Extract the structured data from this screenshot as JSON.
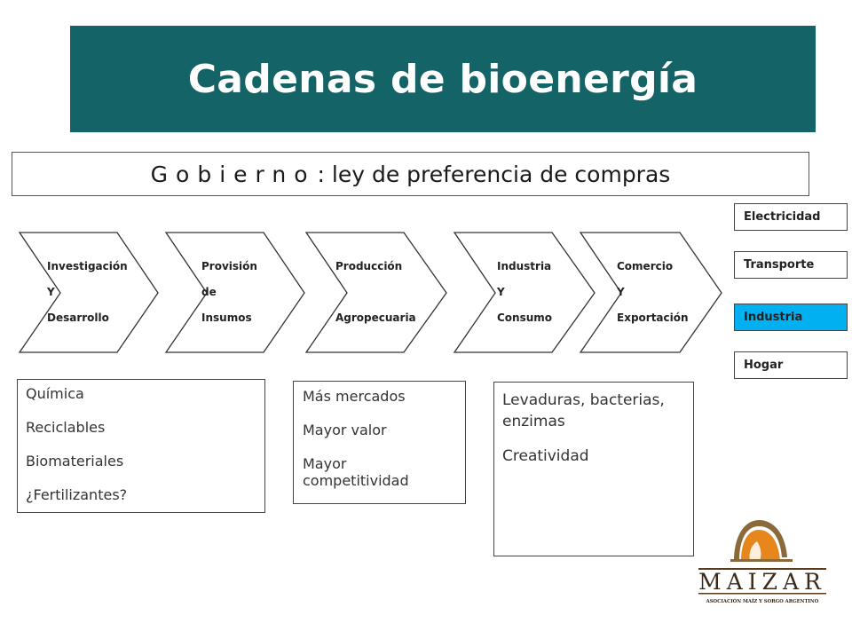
{
  "title": "Cadenas de bioenergía",
  "gobierno": {
    "word": "Gobierno",
    "rest": ": ley de preferencia de compras"
  },
  "chain": [
    {
      "lines": [
        "Investigación",
        "Y",
        "Desarrollo"
      ]
    },
    {
      "lines": [
        "Provisión",
        "de",
        "Insumos"
      ]
    },
    {
      "lines": [
        "Producción",
        "",
        "Agropecuaria"
      ]
    },
    {
      "lines": [
        "Industria",
        "Y",
        "Consumo"
      ]
    },
    {
      "lines": [
        "Comercio",
        "Y",
        "Exportación"
      ]
    }
  ],
  "sectors": [
    {
      "label": "Electricidad",
      "active": false
    },
    {
      "label": "Transporte",
      "active": false
    },
    {
      "label": "Industria",
      "active": true
    },
    {
      "label": "Hogar",
      "active": false
    }
  ],
  "boxes": {
    "left": [
      "Química",
      "Reciclables",
      "Biomateriales",
      "¿Fertilizantes?"
    ],
    "middle": [
      "Más mercados",
      "Mayor valor",
      "Mayor competitividad"
    ],
    "right": [
      "Levaduras, bacterias, enzimas",
      "Creatividad"
    ]
  },
  "logo": {
    "name": "MAIZAR",
    "subtitle": "ASOCIACIÓN MAÍZ Y SORGO ARGENTINO"
  },
  "colors": {
    "banner": "#136367",
    "active_sector": "#00b0f0",
    "logo_orange": "#e8861e"
  }
}
